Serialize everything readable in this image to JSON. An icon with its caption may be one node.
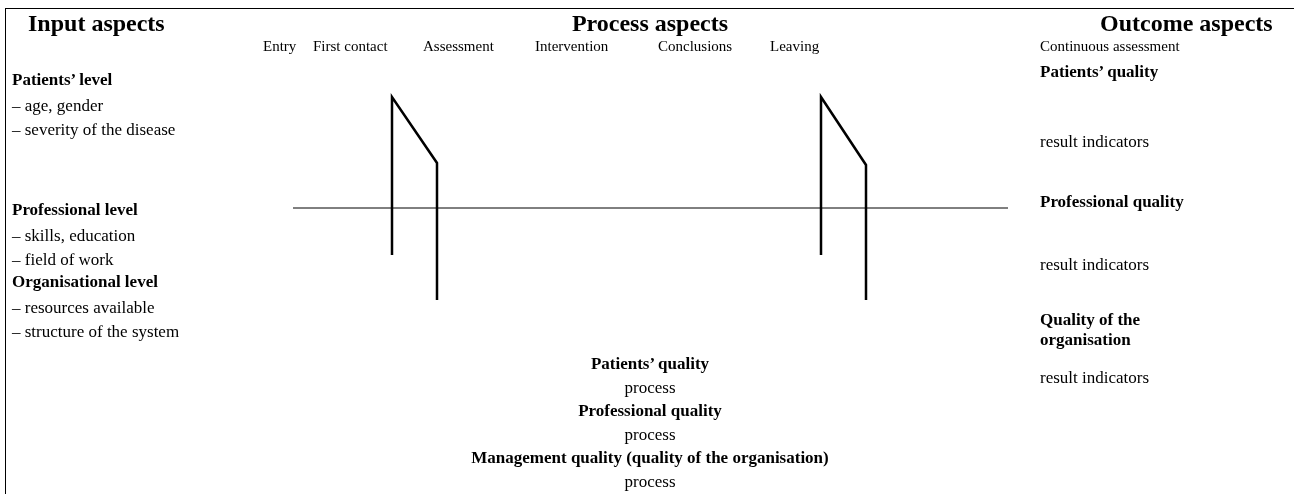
{
  "diagram": {
    "labels": [
      "Input aspects",
      "Process aspects",
      "Outcome aspects",
      "Entry",
      "First contact",
      "Assessment",
      "Intervention",
      "Conclusions",
      "Leaving",
      "Continuous assessment",
      "Patients’ level",
      "Patients’ quality",
      "– age, gender",
      "– severity of the disease",
      "result indicators",
      "Professional level",
      "Professional quality",
      "– skills, education",
      "– field of work",
      "result indicators",
      "Organisational level",
      "Quality of the organisation",
      "– resources available",
      "– structure of the system",
      "result indicators",
      "Patients’ quality",
      "process",
      "Professional quality",
      "process",
      "Management quality (quality of the organisation)",
      "process"
    ]
  }
}
